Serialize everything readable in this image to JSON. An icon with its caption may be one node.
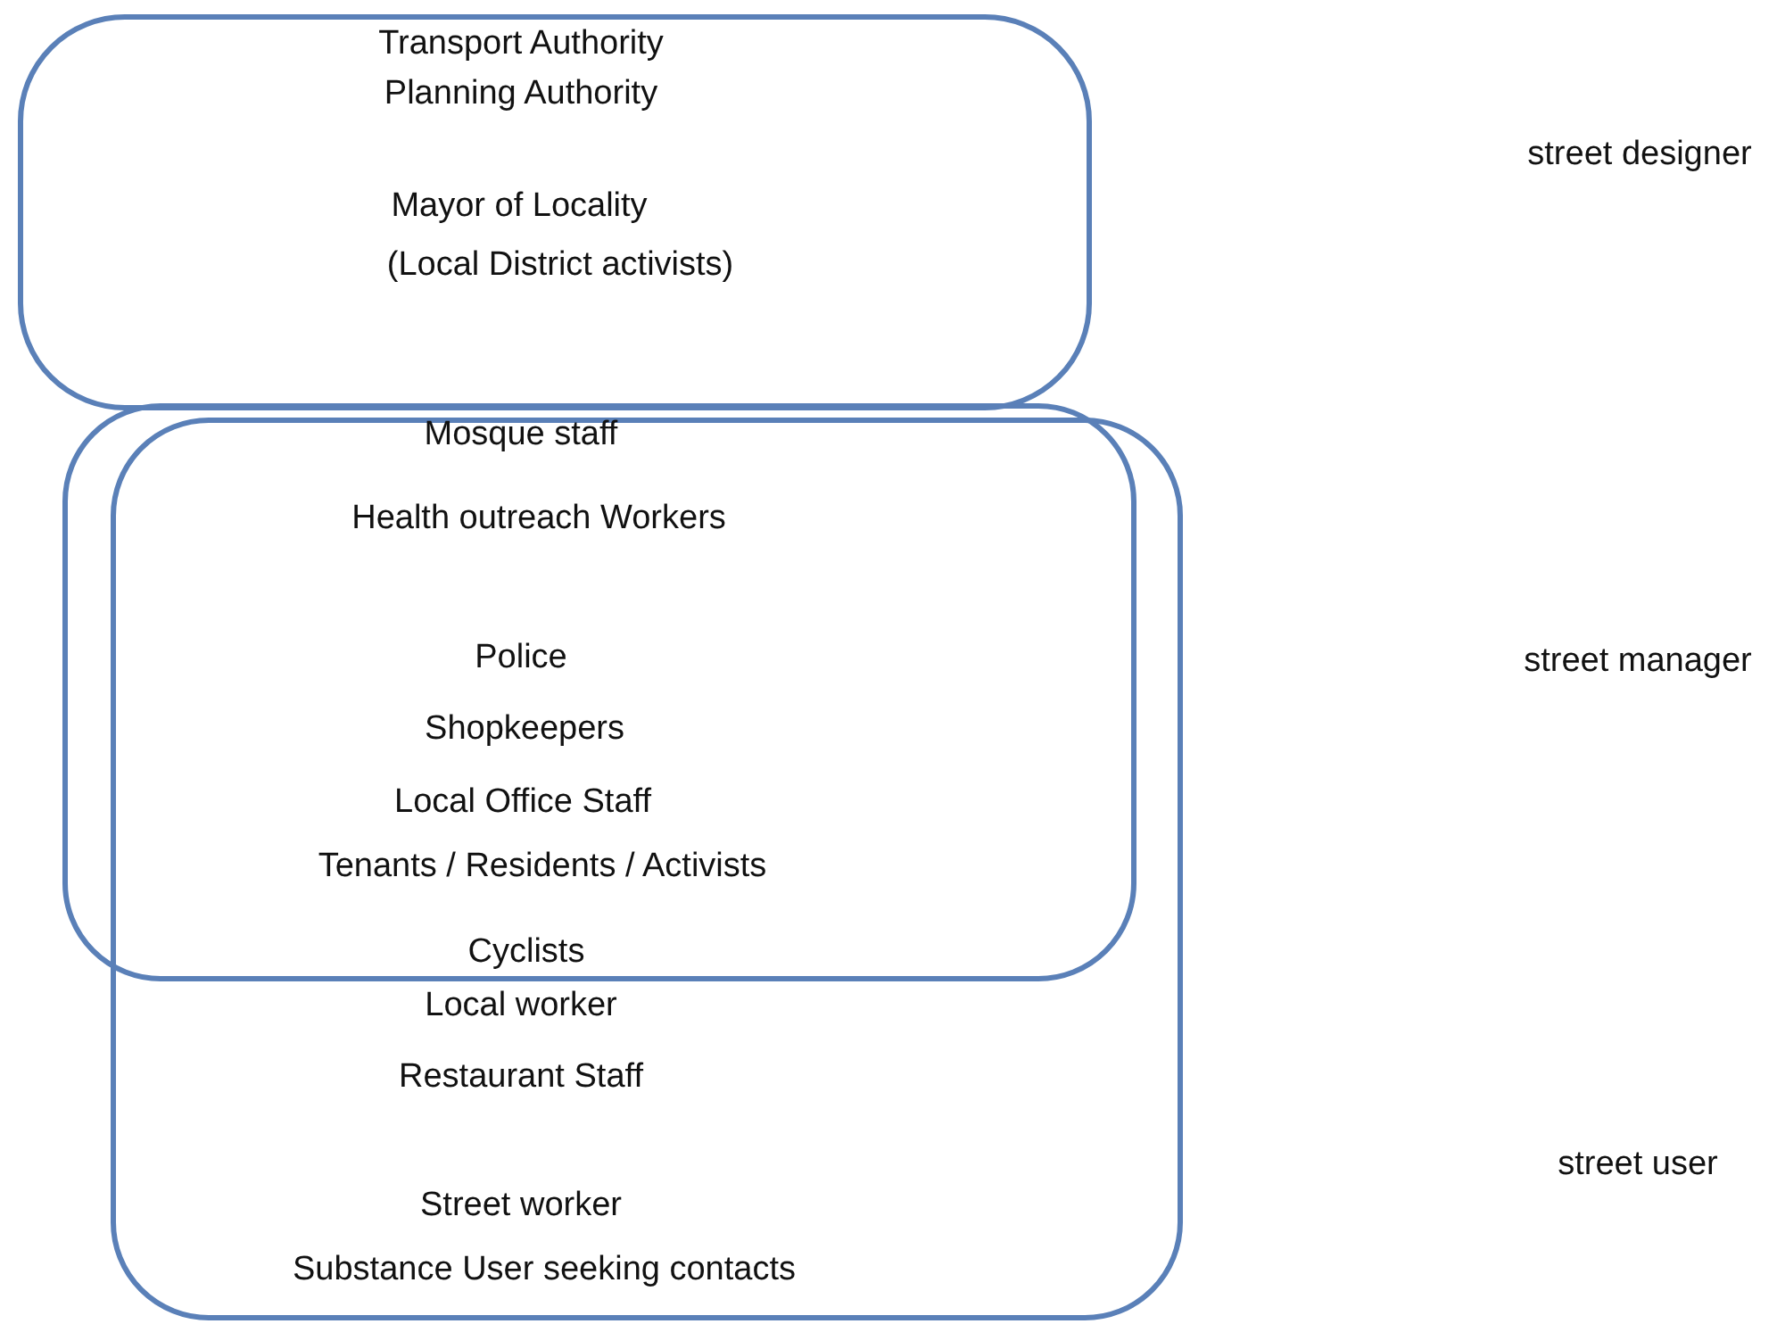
{
  "diagram": {
    "nodes": [
      {
        "text": [
          "Transport Authority",
          "Planning Authority",
          "Mayor of Locality",
          "(Local District activists)"
        ]
      },
      {
        "text": [
          "Mosque staff",
          "Health outreach Workers",
          "Police",
          "Shopkeepers",
          "Local Office Staff",
          "Tenants / Residents / Activists",
          "Cyclists"
        ]
      },
      {
        "text": [
          "Local worker",
          "Restaurant Staff",
          "Street worker",
          "Substance User seeking contacts"
        ]
      }
    ],
    "labels": [
      "street designer",
      "street manager",
      "street user"
    ]
  }
}
